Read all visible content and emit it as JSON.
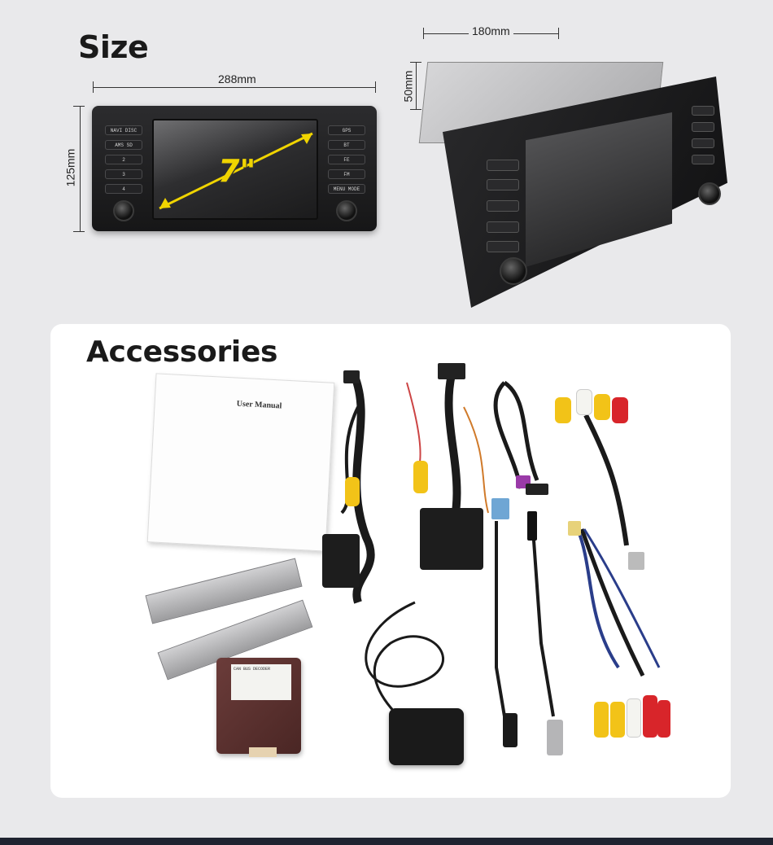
{
  "size_section": {
    "title": "Size",
    "front_width": "288mm",
    "front_height": "125mm",
    "side_depth": "180mm",
    "side_height": "50mm",
    "screen_size": "7\"",
    "buttons_left": [
      "NAVI DISC",
      "AMS SD",
      "2",
      "3",
      "4"
    ],
    "buttons_right": [
      "GPS",
      "BT",
      "FE",
      "FM",
      "MENU MODE"
    ]
  },
  "accessories_section": {
    "title": "Accessories",
    "manual_title": "User Manual",
    "decoder_label": "CAN BUS DECODER"
  },
  "colors": {
    "page_bg": "#e9e9eb",
    "card_bg": "#ffffff",
    "arrow_yellow": "#f0d400",
    "rca_yellow": "#f2c318",
    "rca_red": "#d8252a",
    "rca_white": "#f4f4f0"
  }
}
